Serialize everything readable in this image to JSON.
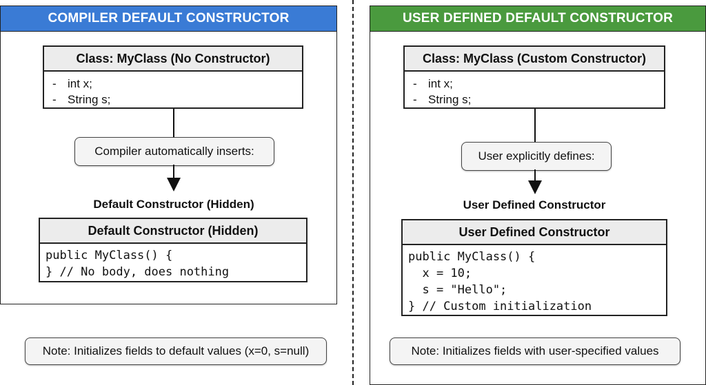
{
  "colors": {
    "left_header": "#3a7bd5",
    "right_header": "#4a9a3e"
  },
  "left": {
    "header": "COMPILER DEFAULT CONSTRUCTOR",
    "class_box": {
      "title": "Class: MyClass (No Constructor)",
      "fields": [
        "int x;",
        "String s;"
      ]
    },
    "action": "Compiler automatically inserts:",
    "result_label": "Default Constructor (Hidden)",
    "ctor_box": {
      "title": "Default Constructor (Hidden)",
      "code": "public MyClass() {\n} // No body, does nothing"
    },
    "note": "Note: Initializes fields to default values (x=0, s=null)"
  },
  "right": {
    "header": "USER DEFINED DEFAULT CONSTRUCTOR",
    "class_box": {
      "title": "Class: MyClass (Custom Constructor)",
      "fields": [
        "int x;",
        "String s;"
      ]
    },
    "action": "User explicitly defines:",
    "result_label": "User Defined Constructor",
    "ctor_box": {
      "title": "User Defined Constructor",
      "code": "public MyClass() {\n  x = 10;\n  s = \"Hello\";\n} // Custom initialization"
    },
    "note": "Note: Initializes fields with user-specified values"
  }
}
